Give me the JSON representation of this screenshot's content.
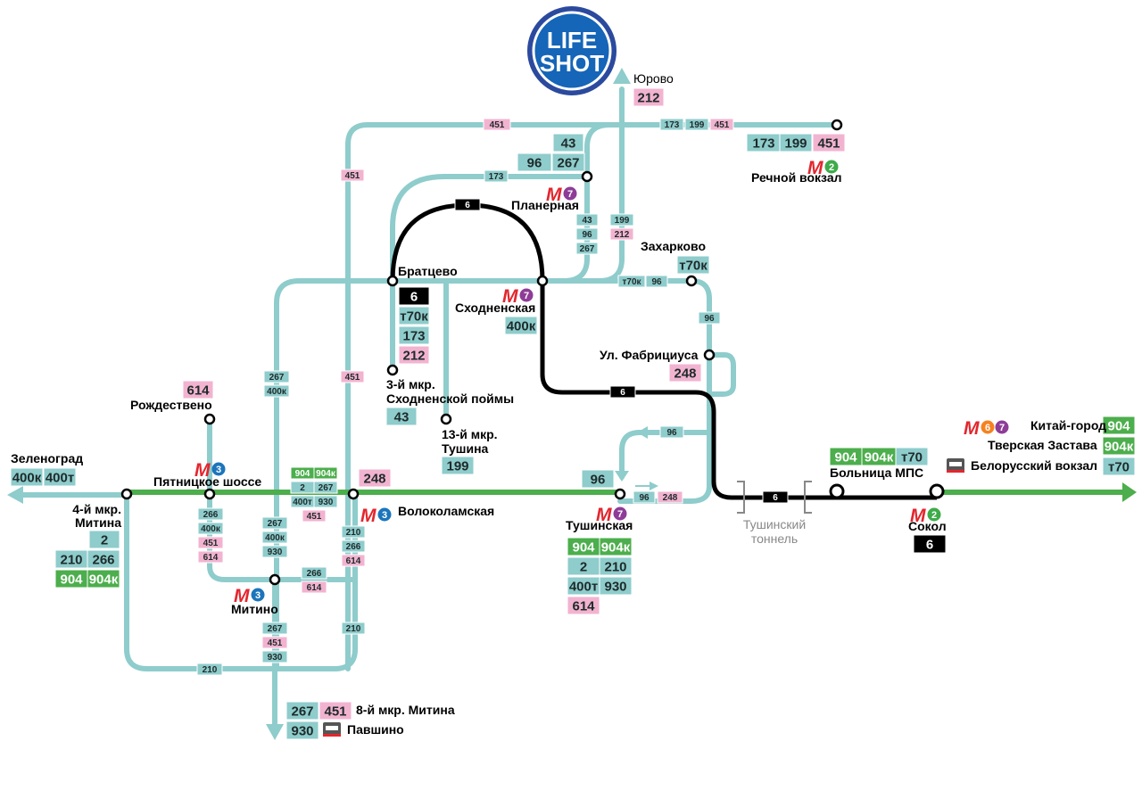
{
  "logo": {
    "line1": "LIFE",
    "line2": "SHOT"
  },
  "colors": {
    "route": "#8fcccc",
    "route_text": "#1e2a2a",
    "express": "#4cae4c",
    "pink": "#f2b3d0",
    "tram": "#000000",
    "metro": "#e3262e",
    "line2": "#3dab49",
    "line3": "#1c75bc",
    "line6": "#f58220",
    "line7": "#8e3c97",
    "gray": "#888888"
  },
  "stations": {
    "yurovo": "Юрово",
    "rechnoy": "Речной вокзал",
    "planernaya": "Планерная",
    "bratsevo": "Братцево",
    "skhodnenskaya": "Сходненская",
    "zakharkovo": "Захарково",
    "fabritsiusa": "Ул. Фабрициуса",
    "mkr3_line1": "3-й мкр.",
    "mkr3_line2": "Сходненской поймы",
    "mkr13_line1": "13-й мкр.",
    "mkr13_line2": "Тушина",
    "rozhdestveno": "Рождествено",
    "zelenograd": "Зеленоград",
    "pyatnitskoe": "Пятницкое шоссе",
    "mitino4_line1": "4-й мкр.",
    "mitino4_line2": "Митина",
    "volokolamskaya": "Волоколамская",
    "mitino": "Митино",
    "tushinskaya": "Тушинская",
    "tunnel_line1": "Тушинский",
    "tunnel_line2": "тоннель",
    "bolnitsa": "Больница МПС",
    "sokol": "Сокол",
    "kitai_gorod": "Китай-город",
    "tverskaya": "Тверская Застава",
    "belorussky": "Белорусский вокзал",
    "mitino8": "8-й мкр. Митина",
    "pavshino": "Павшино"
  },
  "metro_lines": {
    "m2": "2",
    "m3": "3",
    "m6": "6",
    "m7": "7",
    "letter": "М"
  },
  "routes": {
    "r451": "451",
    "r173": "173",
    "r199": "199",
    "r43": "43",
    "r96": "96",
    "r267": "267",
    "r212": "212",
    "r6": "6",
    "rt70k": "т70к",
    "rt70": "т70",
    "r400k": "400к",
    "r400t": "400т",
    "r248": "248",
    "r614": "614",
    "r904": "904",
    "r904k": "904к",
    "r2": "2",
    "r930": "930",
    "r210": "210",
    "r266": "266"
  }
}
